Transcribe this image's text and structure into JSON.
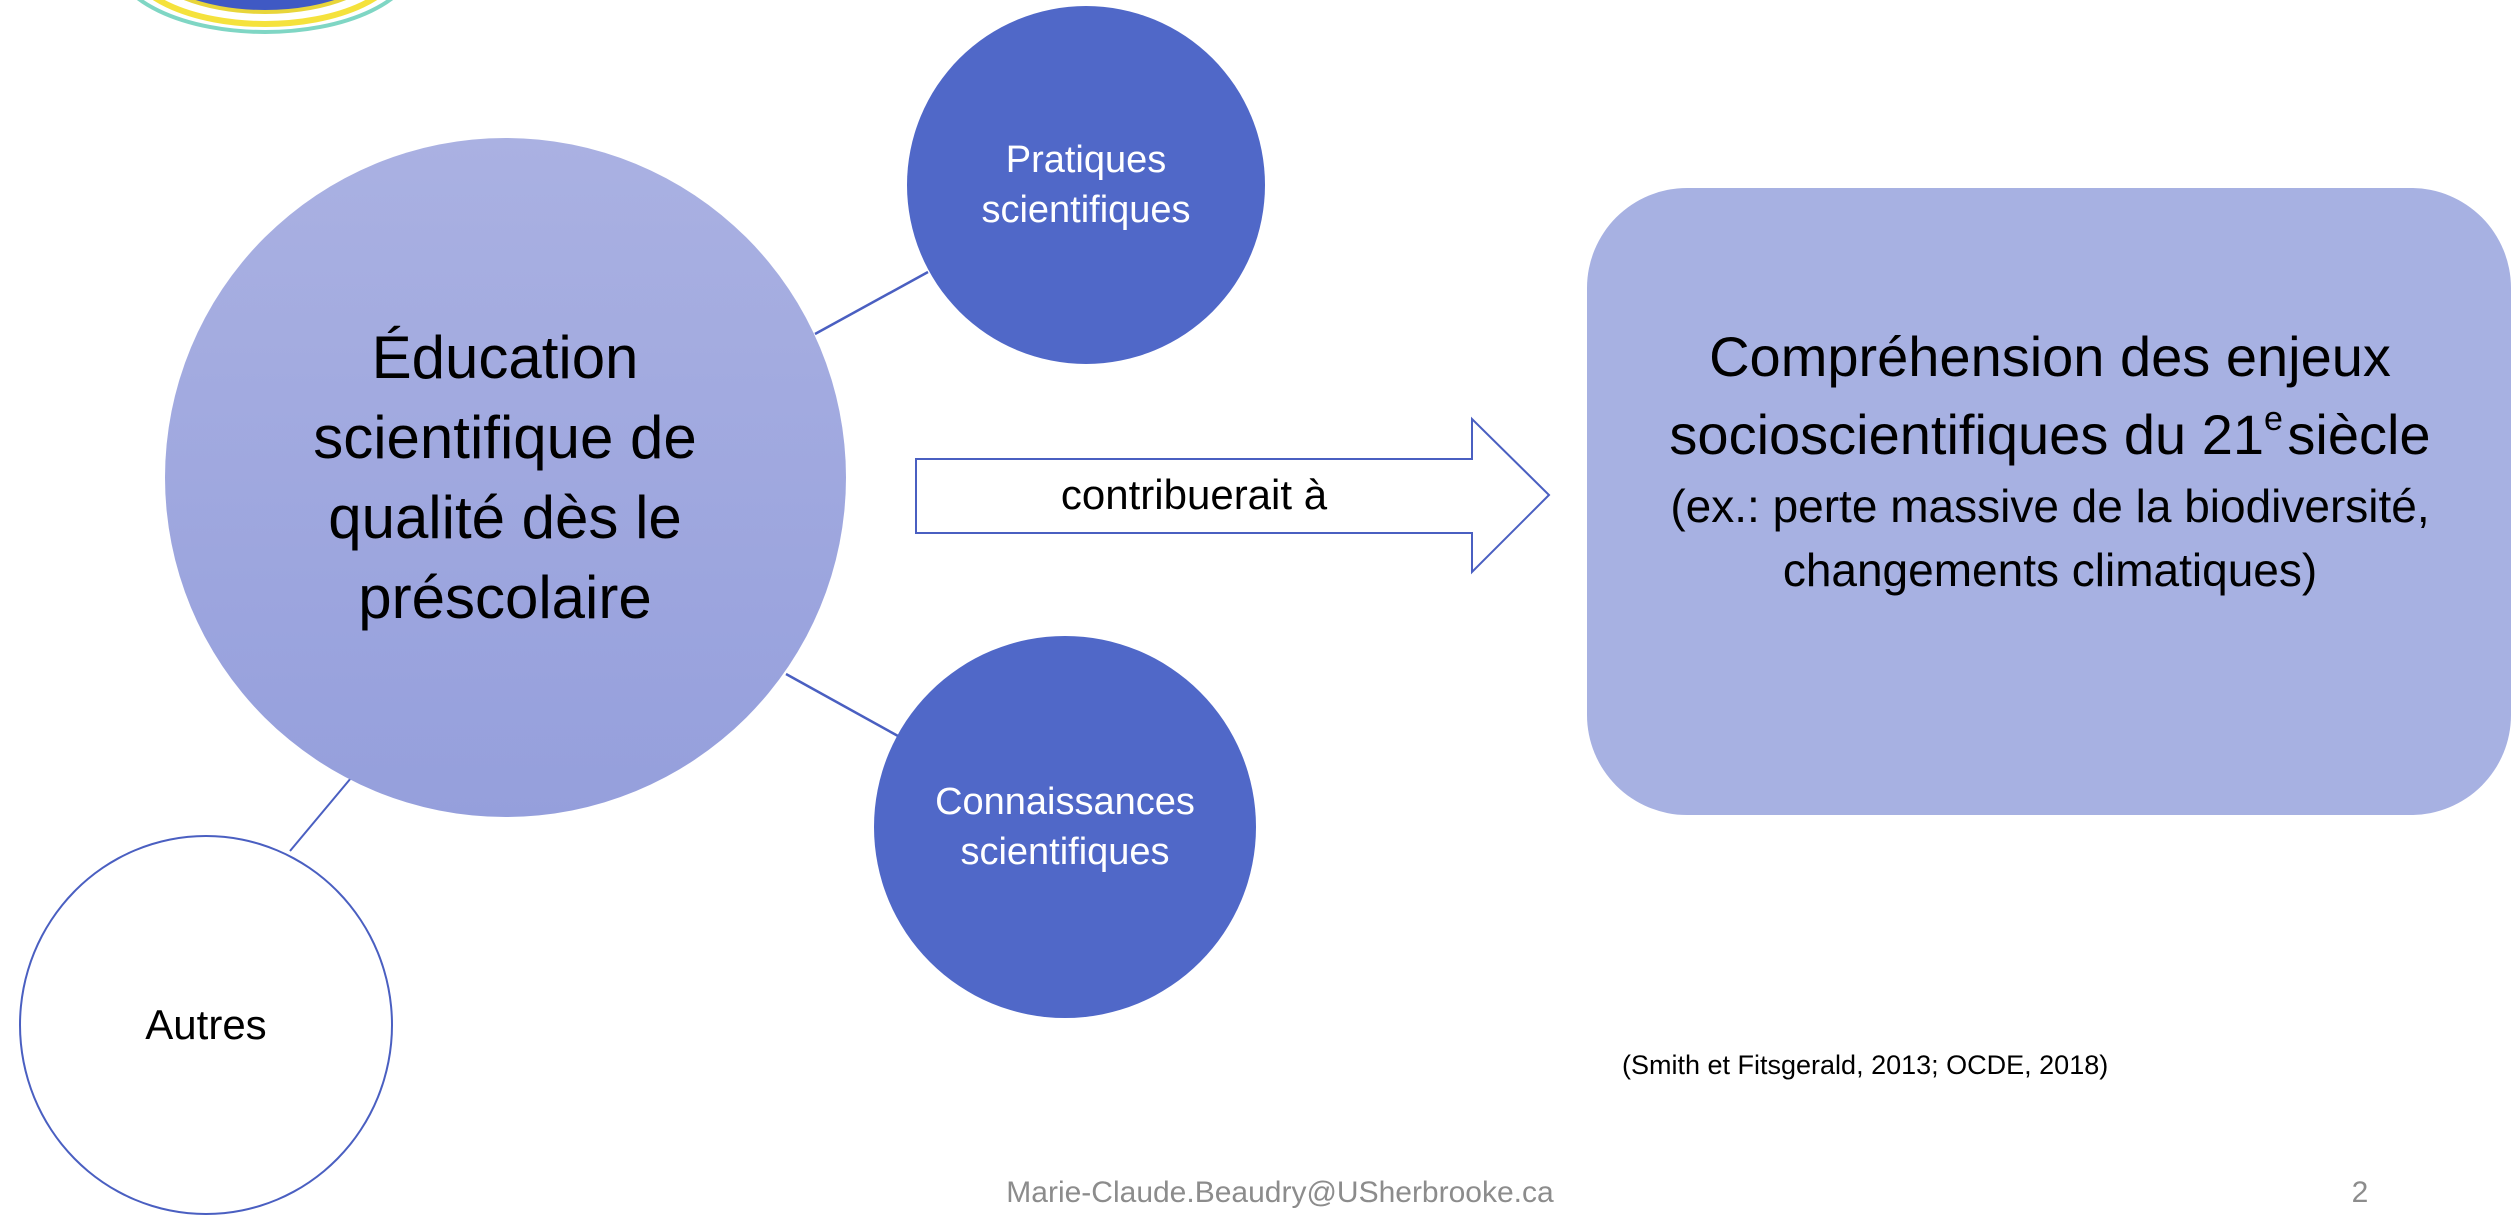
{
  "diagram": {
    "main_circle": {
      "label": "Éducation scientifique de qualité dès le préscolaire"
    },
    "satellites": [
      {
        "label": "Pratiques scientifiques"
      },
      {
        "label": "Connaissances scientifiques"
      },
      {
        "label": "Autres"
      }
    ],
    "arrow": {
      "label": "contribuerait à"
    },
    "outcome_box": {
      "main_prefix": "Compréhension des enjeux socioscientifiques du 21",
      "superscript": "e",
      "main_suffix": "siècle",
      "details": "(ex.: perte massive de la biodiversité, changements climatiques)"
    }
  },
  "citation": "(Smith et Fitsgerald, 2013; OCDE, 2018)",
  "footer": {
    "email": "Marie-Claude.Beaudry@USherbrooke.ca",
    "page_number": "2"
  },
  "colors": {
    "main_circle": "#9fa8df",
    "satellite_fill": "#5068c8",
    "outline": "#4a5fc1",
    "outcome_box": "#a7b1e2",
    "footer_text": "#8c8c8c"
  }
}
